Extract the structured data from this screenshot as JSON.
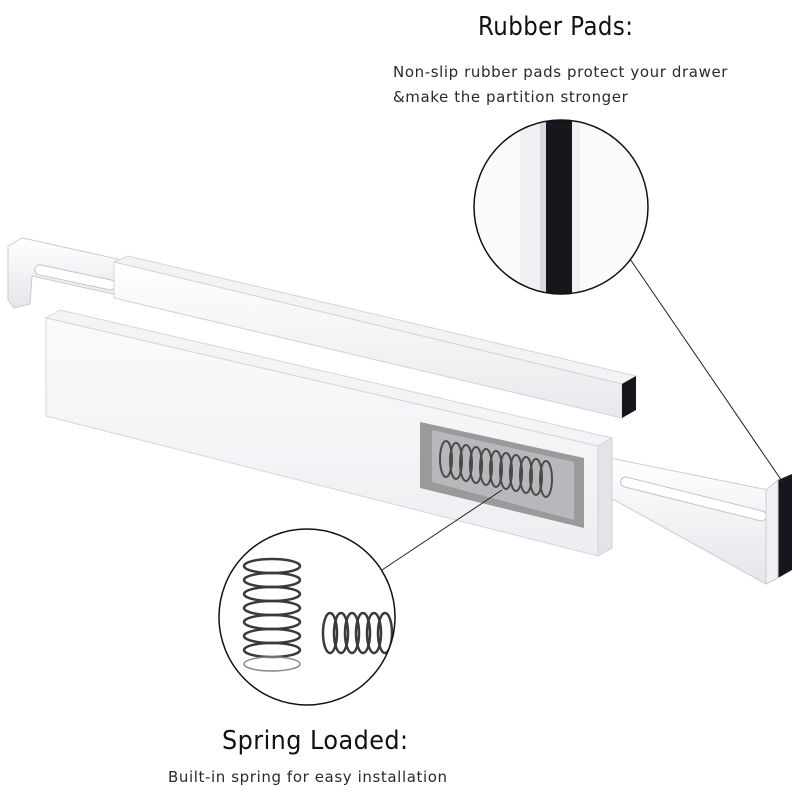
{
  "rubber_pads": {
    "title": "Rubber Pads:",
    "description_line1": "Non-slip rubber pads protect your drawer",
    "description_line2": "&make the partition stronger"
  },
  "spring_loaded": {
    "title": "Spring Loaded:",
    "description": "Built-in spring for easy installation"
  },
  "colors": {
    "background": "#ffffff",
    "divider_white": "#f7f7f9",
    "divider_shadow": "#d9dbe0",
    "rubber_pad": "#15171c",
    "spring_window": "#9a9a9a",
    "callout_line": "#222222"
  }
}
